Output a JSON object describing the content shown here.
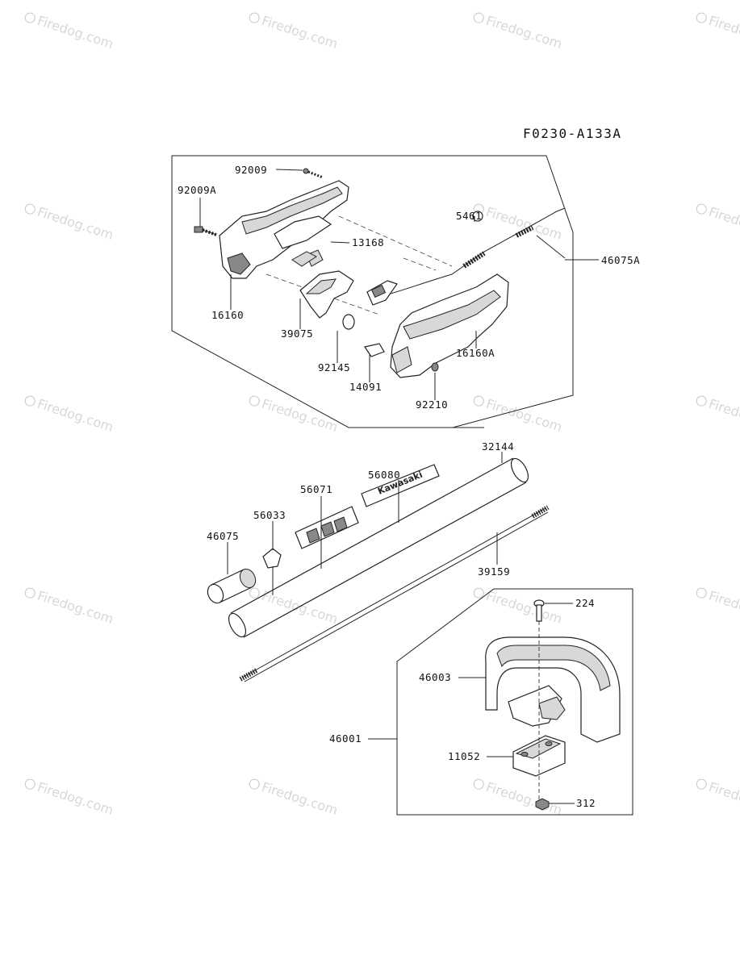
{
  "diagram_code": "F0230-A133A",
  "watermark": "Firedog.com",
  "parts": {
    "p92009": "92009",
    "p92009A": "92009A",
    "p13168": "13168",
    "p16160": "16160",
    "p39075": "39075",
    "p92145": "92145",
    "p14091": "14091",
    "p92210": "92210",
    "p16160A": "16160A",
    "p5461": "5461",
    "p46075A": "46075A",
    "p32144": "32144",
    "p56080": "56080",
    "p56071": "56071",
    "p56033": "56033",
    "p46075": "46075",
    "p39159": "39159",
    "p224": "224",
    "p46003": "46003",
    "p46001": "46001",
    "p11052": "11052",
    "p312": "312"
  },
  "decal_text": "Kawasaki"
}
